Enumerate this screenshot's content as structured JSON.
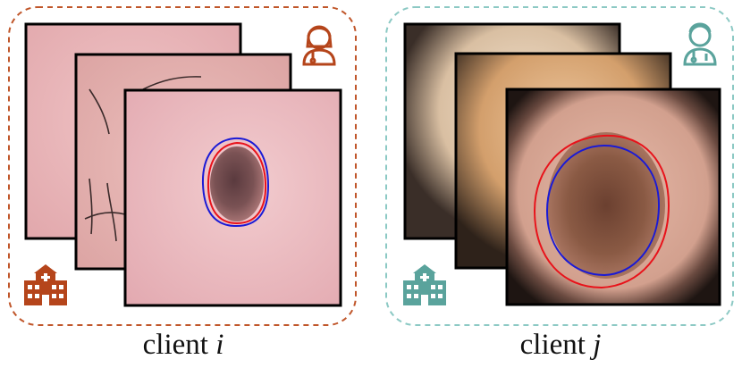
{
  "clients": [
    {
      "caption_prefix": "client",
      "caption_var": "i",
      "border_color": "#c0562a",
      "icon_color": "#b5451b",
      "doctor_icon": "female-doctor-icon",
      "building_icon": "hospital-icon",
      "contour_colors": [
        "#e8121a",
        "#1a1ad6"
      ]
    },
    {
      "caption_prefix": "client",
      "caption_var": "j",
      "border_color": "#8cc9c4",
      "icon_color": "#5aa39c",
      "doctor_icon": "male-doctor-icon",
      "building_icon": "hospital-icon",
      "contour_colors": [
        "#e8121a",
        "#1a1ad6"
      ]
    }
  ]
}
